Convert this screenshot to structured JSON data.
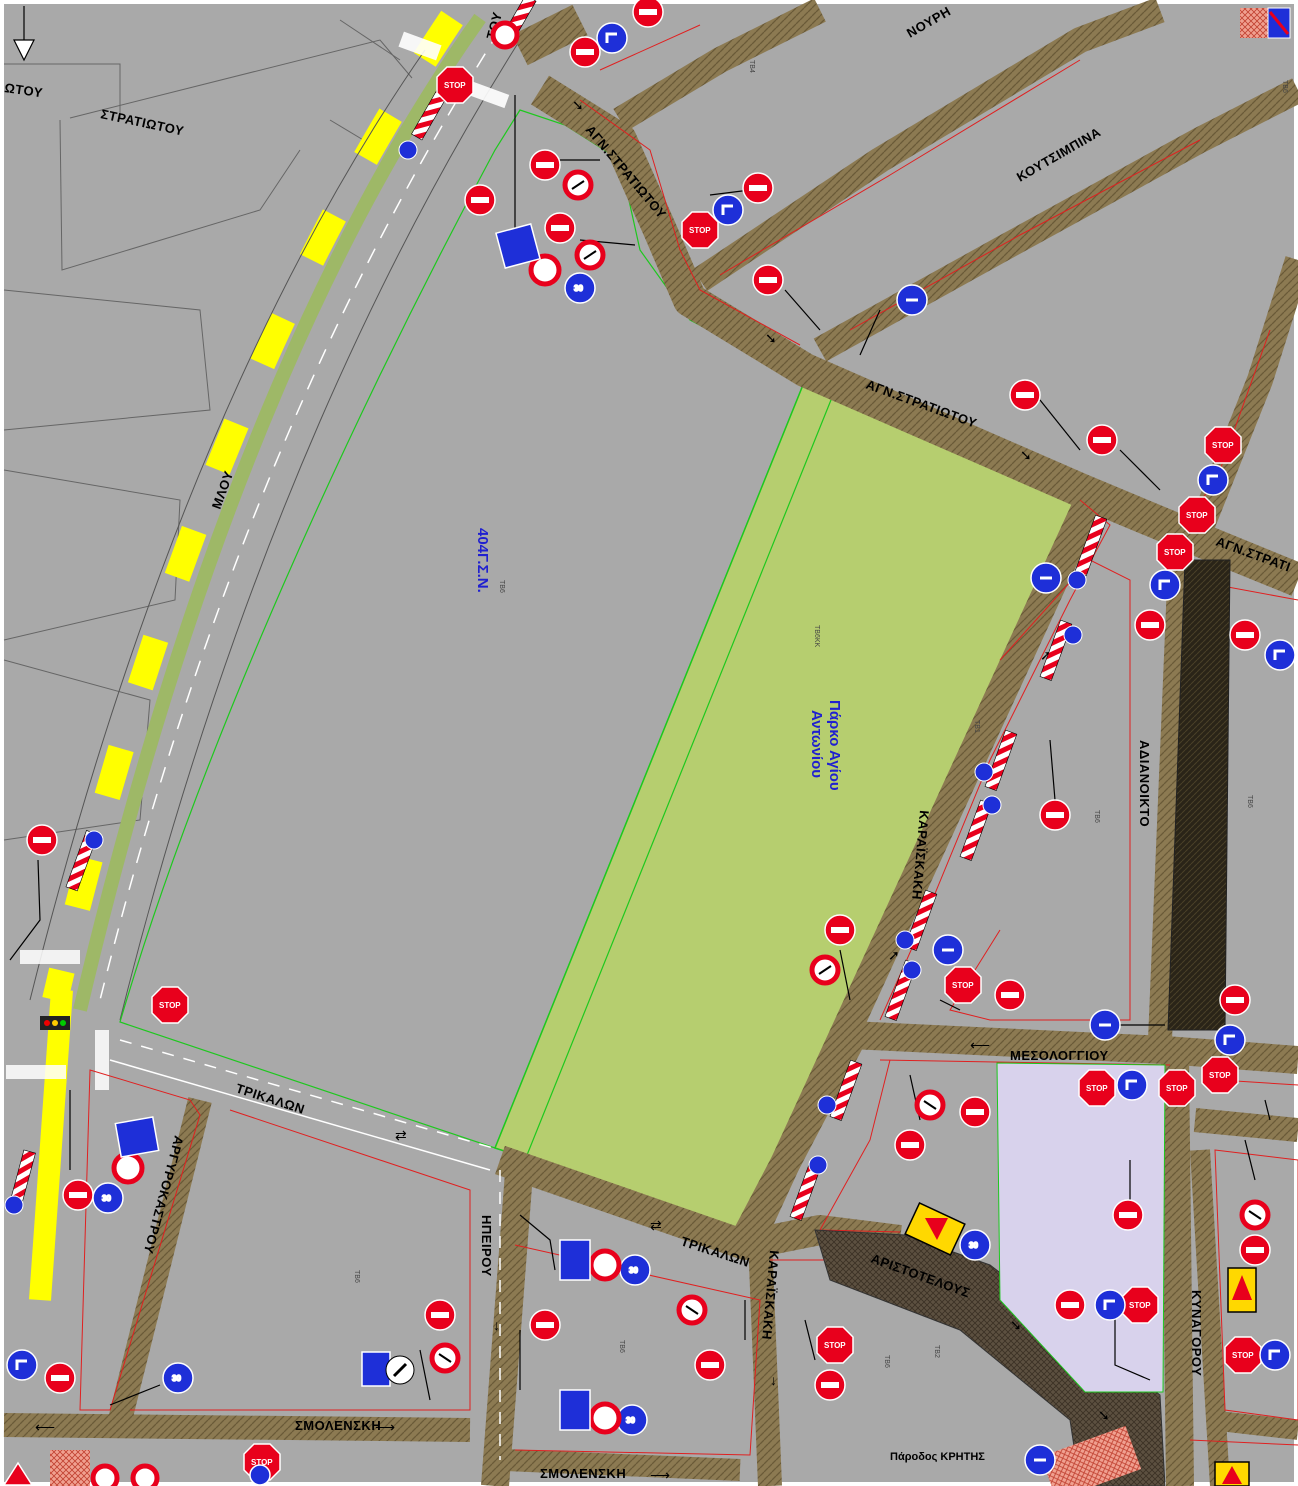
{
  "map": {
    "park_label_line1": "Πάρκο Αγίου",
    "park_label_line2": "Αντωνίου",
    "area_label": "404Γ.Σ.Ν.",
    "crete_label": "Πάροδος ΚΡΗΤΗΣ",
    "streets": {
      "stratiotou_w": "ΣΤΡΑΤΙΩΤΟΥ",
      "stratiotou_w_clip": "ΩΤΟΥ",
      "top_clip": "ΤΟΥ",
      "gounari_clip": "ΝΟΥΡΗ",
      "agnostratiotou_1": "ΑΓΝ.ΣΤΡΑΤΙΩΤΟΥ",
      "agnostratiotou_2": "ΑΓΝ.ΣΤΡΑΤΙΩΤΟΥ",
      "agnostratiotou_3": "ΑΓΝ.ΣΤΡΑΤΙ",
      "koutsimpina": "ΚΟΥΤΣΙΜΠΙΝΑ",
      "mylou": "ΜΛΟΥ",
      "karaiskaki_1": "ΚΑΡΑΪΣΚΑΚΗ",
      "karaiskaki_2": "ΚΑΡΑΪΣΚΑΚΗ",
      "adianoikto": "ΑΔΙΑΝΟΙΚΤΟ",
      "mesologgiou": "ΜΕΣΟΛΟΓΓΙΟΥ",
      "trikalon_1": "ΤΡΙΚΑΛΩΝ",
      "trikalon_2": "ΤΡΙΚΑΛΩΝ",
      "argyrokastrou": "ΑΡΓΥΡΟΚΑΣΤΡΟΥ",
      "ipeirou": "ΗΠΕΙΡΟΥ",
      "aristotelous": "ΑΡΙΣΤΟΤΕΛΟΥΣ",
      "smolenski_1": "ΣΜΟΛΕΝΣΚΗ",
      "smolenski_2": "ΣΜΟΛΕΝΣΚΗ",
      "right_vertical": "ΚΥΝΑΓΟΡΟΥ"
    },
    "block_codes": [
      "ΤΒ6",
      "ΤΒ6",
      "ΤΒ6",
      "ΤΒ6",
      "ΤΒ6",
      "ΤΒ6",
      "ΤΒ6",
      "ΤΒ4",
      "ΤΒ1",
      "ΤΒ2",
      "ΤΒ6ΚΚ"
    ],
    "stop_text": "STOP",
    "sign_digit": "30",
    "colors": {
      "background": "#a9a9a9",
      "sidewalk": "#8c7a52",
      "park_green": "#b6ce6f",
      "lilac": "#d8d2ec",
      "yellow": "#ffff00",
      "sign_red": "#e8001c",
      "sign_blue": "#1e2fd8",
      "green_line": "#00c800"
    }
  }
}
